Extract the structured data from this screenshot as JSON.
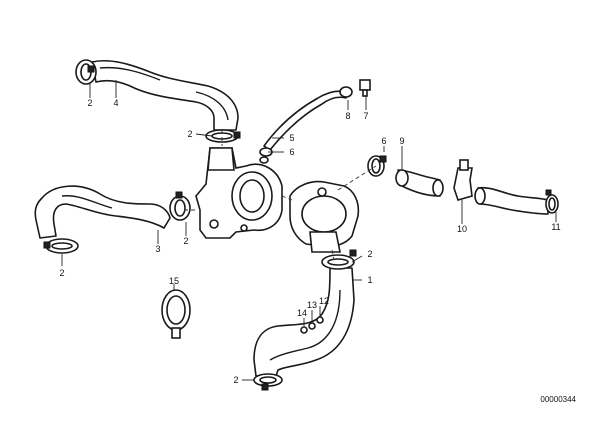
{
  "drawing_number": "00000344",
  "callouts": [
    {
      "id": "c-2a",
      "label": "2"
    },
    {
      "id": "c-4",
      "label": "4"
    },
    {
      "id": "c-2b",
      "label": "2"
    },
    {
      "id": "c-5",
      "label": "5"
    },
    {
      "id": "c-6a",
      "label": "6"
    },
    {
      "id": "c-8",
      "label": "8"
    },
    {
      "id": "c-7",
      "label": "7"
    },
    {
      "id": "c-3",
      "label": "3"
    },
    {
      "id": "c-2c",
      "label": "2"
    },
    {
      "id": "c-2d",
      "label": "2"
    },
    {
      "id": "c-2e",
      "label": "2"
    },
    {
      "id": "c-1",
      "label": "1"
    },
    {
      "id": "c-6b",
      "label": "6"
    },
    {
      "id": "c-9",
      "label": "9"
    },
    {
      "id": "c-10",
      "label": "10"
    },
    {
      "id": "c-11",
      "label": "11"
    },
    {
      "id": "c-15",
      "label": "15"
    },
    {
      "id": "c-14",
      "label": "14"
    },
    {
      "id": "c-13",
      "label": "13"
    },
    {
      "id": "c-12",
      "label": "12"
    },
    {
      "id": "c-2f",
      "label": "2"
    }
  ]
}
